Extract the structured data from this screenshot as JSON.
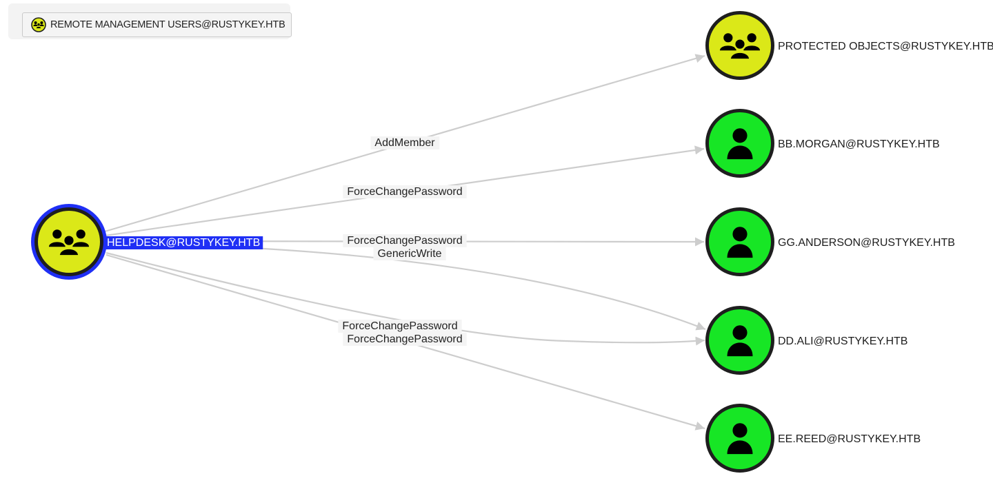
{
  "breadcrumb": {
    "label": "REMOTE MANAGEMENT USERS@RUSTYKEY.HTB",
    "icon": "group-icon"
  },
  "colors": {
    "group_fill": "#dbe818",
    "user_fill": "#17e625",
    "node_border": "#1e1e1e",
    "selected_ring": "#1f2ff5",
    "edge": "#cdcdcd",
    "label_bg": "#f4f4f4"
  },
  "nodes": [
    {
      "id": "helpdesk",
      "label": "HELPDESK@RUSTYKEY.HTB",
      "type": "group",
      "selected": true
    },
    {
      "id": "protected",
      "label": "PROTECTED OBJECTS@RUSTYKEY.HTB",
      "type": "group",
      "selected": false
    },
    {
      "id": "bbmorgan",
      "label": "BB.MORGAN@RUSTYKEY.HTB",
      "type": "user",
      "selected": false
    },
    {
      "id": "gganderson",
      "label": "GG.ANDERSON@RUSTYKEY.HTB",
      "type": "user",
      "selected": false
    },
    {
      "id": "ddali",
      "label": "DD.ALI@RUSTYKEY.HTB",
      "type": "user",
      "selected": false
    },
    {
      "id": "eereed",
      "label": "EE.REED@RUSTYKEY.HTB",
      "type": "user",
      "selected": false
    }
  ],
  "edges": [
    {
      "from": "helpdesk",
      "to": "protected",
      "label": "AddMember"
    },
    {
      "from": "helpdesk",
      "to": "bbmorgan",
      "label": "ForceChangePassword"
    },
    {
      "from": "helpdesk",
      "to": "gganderson",
      "label": "ForceChangePassword"
    },
    {
      "from": "helpdesk",
      "to": "ddali",
      "label": "GenericWrite"
    },
    {
      "from": "helpdesk",
      "to": "ddali",
      "label": "ForceChangePassword"
    },
    {
      "from": "helpdesk",
      "to": "eereed",
      "label": "ForceChangePassword"
    }
  ]
}
